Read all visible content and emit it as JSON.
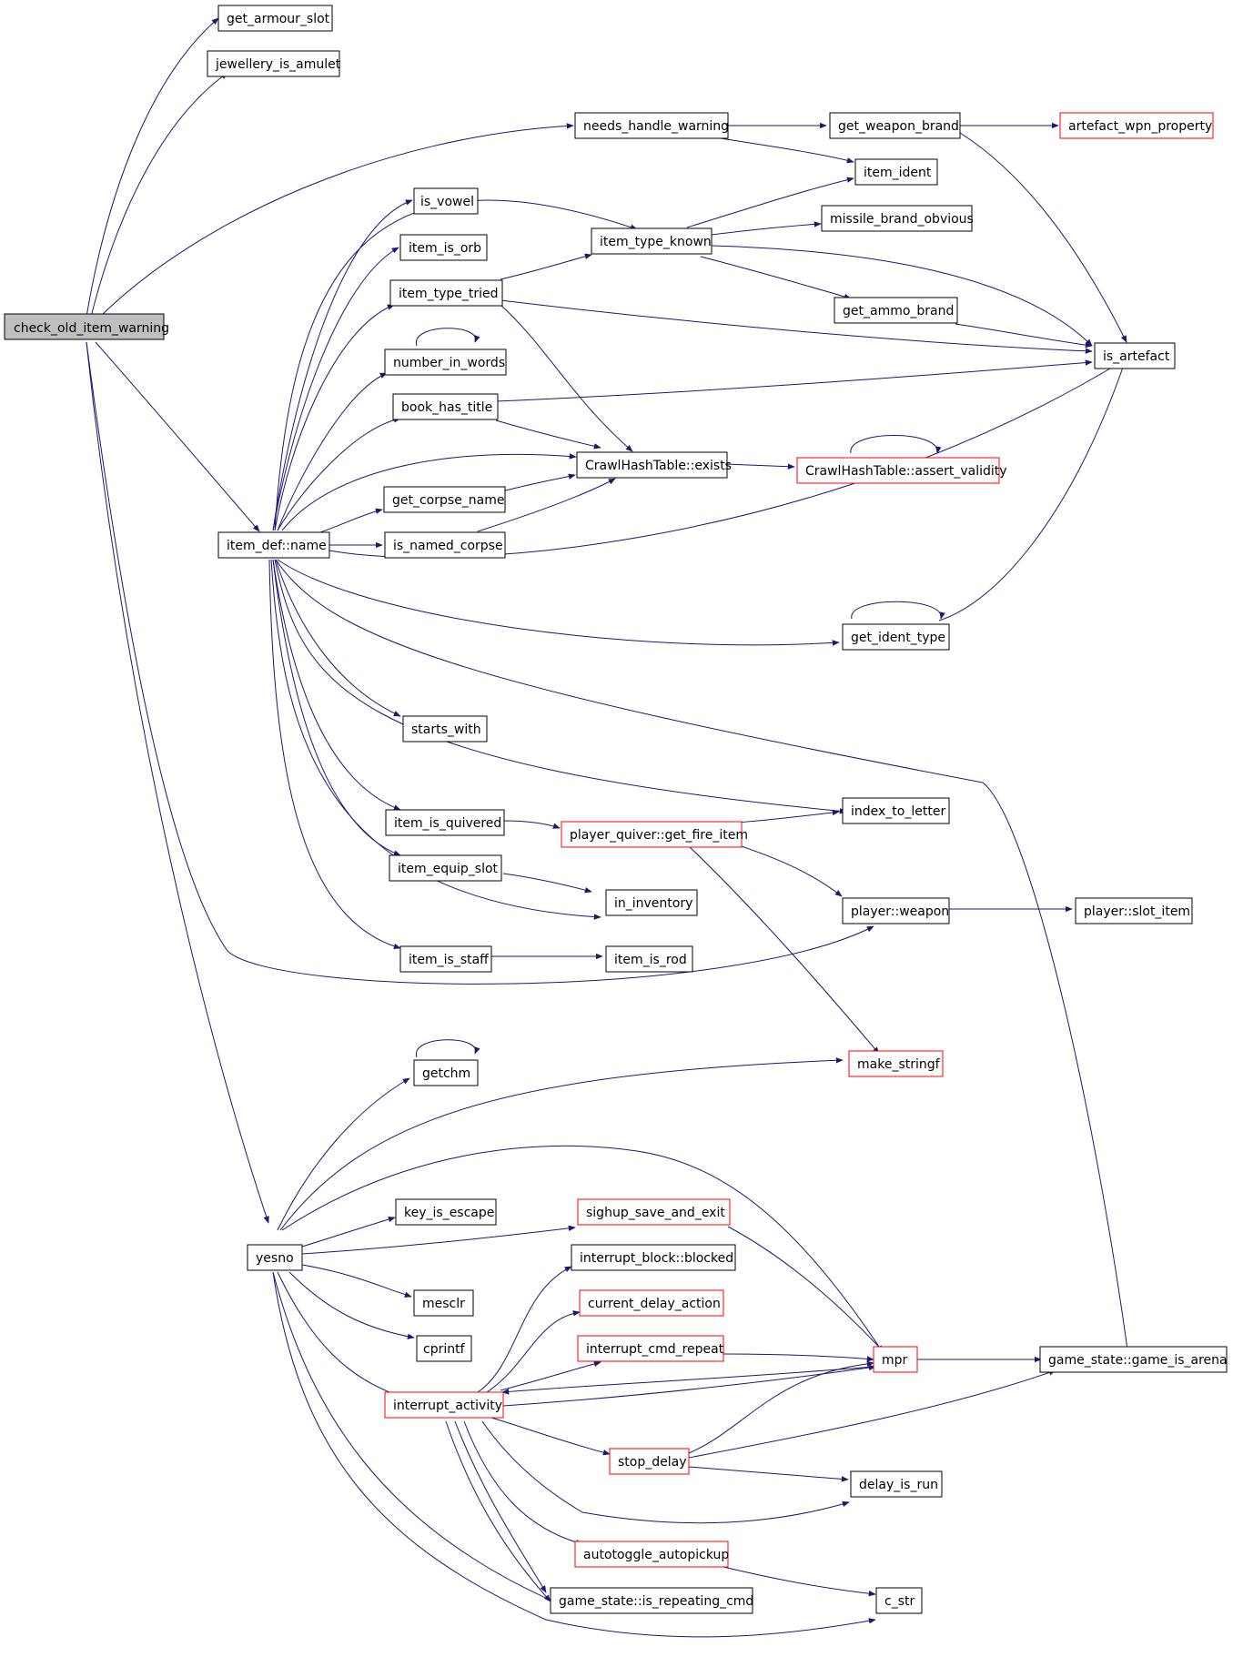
{
  "colors": {
    "edge": "#191970",
    "border": "#000000",
    "border_red": "#ff0000",
    "root_fill": "#bfbfbf"
  },
  "nodes": {
    "check_old_item_warning": "check_old_item_warning",
    "get_armour_slot": "get_armour_slot",
    "jewellery_is_amulet": "jewellery_is_amulet",
    "needs_handle_warning": "needs_handle_warning",
    "get_weapon_brand": "get_weapon_brand",
    "artefact_wpn_property": "artefact_wpn_property",
    "item_ident": "item_ident",
    "is_vowel": "is_vowel",
    "item_type_known": "item_type_known",
    "missile_brand_obvious": "missile_brand_obvious",
    "item_is_orb": "item_is_orb",
    "item_type_tried": "item_type_tried",
    "get_ammo_brand": "get_ammo_brand",
    "is_artefact": "is_artefact",
    "number_in_words": "number_in_words",
    "book_has_title": "book_has_title",
    "CrawlHashTable_exists": "CrawlHashTable::exists",
    "CrawlHashTable_assert_validity": "CrawlHashTable::assert_validity",
    "get_corpse_name": "get_corpse_name",
    "item_def_name": "item_def::name",
    "is_named_corpse": "is_named_corpse",
    "get_ident_type": "get_ident_type",
    "starts_with": "starts_with",
    "index_to_letter": "index_to_letter",
    "item_is_quivered": "item_is_quivered",
    "player_quiver_get_fire_item": "player_quiver::get_fire_item",
    "item_equip_slot": "item_equip_slot",
    "in_inventory": "in_inventory",
    "player_weapon": "player::weapon",
    "player_slot_item": "player::slot_item",
    "item_is_staff": "item_is_staff",
    "item_is_rod": "item_is_rod",
    "getchm": "getchm",
    "make_stringf": "make_stringf",
    "key_is_escape": "key_is_escape",
    "sighup_save_and_exit": "sighup_save_and_exit",
    "yesno": "yesno",
    "interrupt_block_blocked": "interrupt_block::blocked",
    "mesclr": "mesclr",
    "current_delay_action": "current_delay_action",
    "cprintf": "cprintf",
    "interrupt_cmd_repeat": "interrupt_cmd_repeat",
    "mpr": "mpr",
    "game_state_game_is_arena": "game_state::game_is_arena",
    "interrupt_activity": "interrupt_activity",
    "stop_delay": "stop_delay",
    "delay_is_run": "delay_is_run",
    "autotoggle_autopickup": "autotoggle_autopickup",
    "game_state_is_repeating_cmd": "game_state::is_repeating_cmd",
    "c_str": "c_str"
  }
}
